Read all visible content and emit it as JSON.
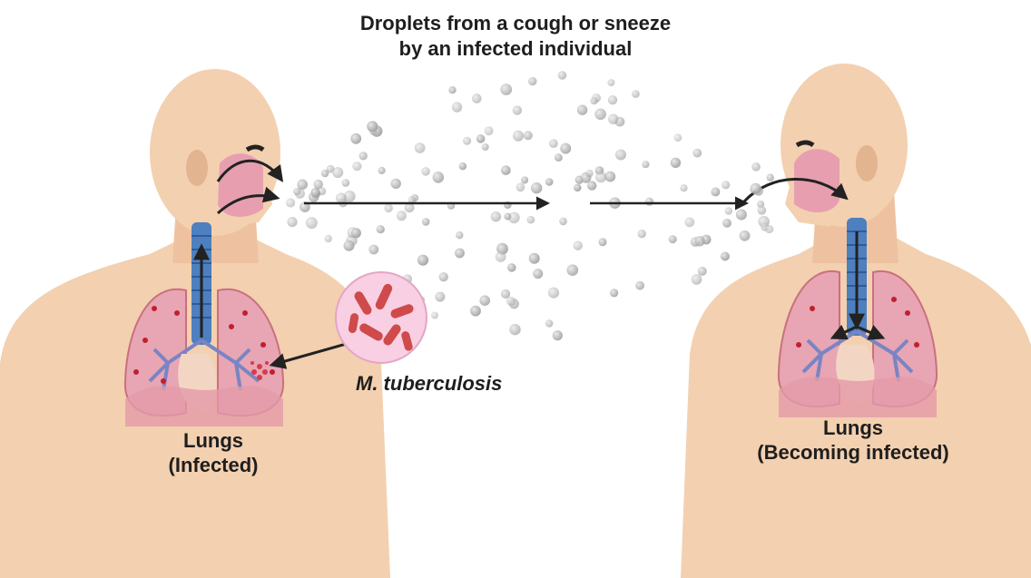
{
  "title": {
    "line1": "Droplets from a cough or sneeze",
    "line2": "by an infected individual"
  },
  "left_person": {
    "label_line1": "Lungs",
    "label_line2": "(Infected)"
  },
  "right_person": {
    "label_line1": "Lungs",
    "label_line2": "(Becoming infected)"
  },
  "bacterium_label": "M. tuberculosis",
  "colors": {
    "skin": "#f3d0b0",
    "skin_shadow": "#e2b48f",
    "lung": "#e8a5b3",
    "lung_dark": "#c9707f",
    "trachea": "#4e7fbf",
    "bronchi": "#7a84c4",
    "droplet": "#b8b8b8",
    "bacteria": "#cf4a4a",
    "bacteria_bg": "#f8cfe3",
    "arrow": "#222222"
  }
}
